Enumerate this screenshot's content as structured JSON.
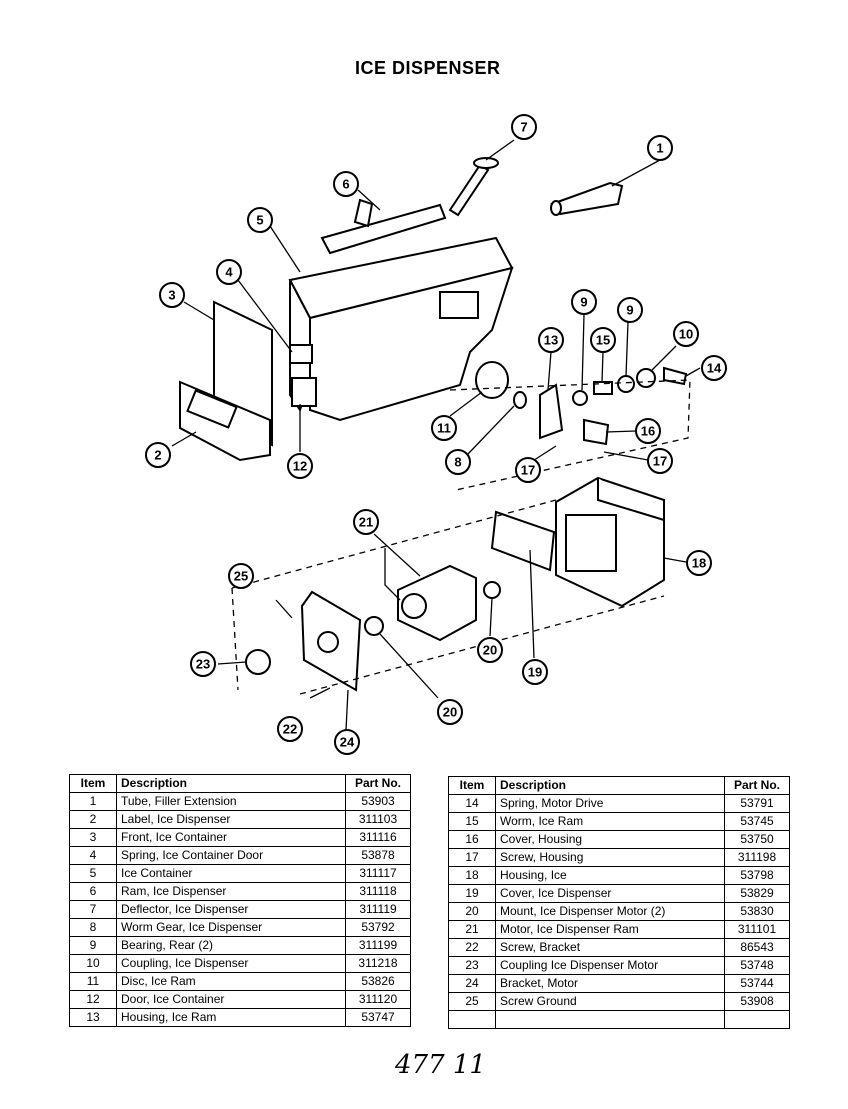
{
  "title": "ICE DISPENSER",
  "callouts": [
    "1",
    "2",
    "3",
    "4",
    "5",
    "6",
    "7",
    "8",
    "9",
    "9",
    "10",
    "11",
    "12",
    "13",
    "14",
    "15",
    "16",
    "17",
    "17",
    "18",
    "19",
    "20",
    "20",
    "21",
    "22",
    "23",
    "24",
    "25"
  ],
  "table_headers": {
    "item": "Item",
    "description": "Description",
    "part_no": "Part No."
  },
  "parts_left": [
    {
      "item": "1",
      "description": "Tube, Filler Extension",
      "part_no": "53903"
    },
    {
      "item": "2",
      "description": "Label, Ice Dispenser",
      "part_no": "311103"
    },
    {
      "item": "3",
      "description": "Front, Ice Container",
      "part_no": "311116"
    },
    {
      "item": "4",
      "description": "Spring, Ice Container Door",
      "part_no": "53878"
    },
    {
      "item": "5",
      "description": "Ice Container",
      "part_no": "311117"
    },
    {
      "item": "6",
      "description": "Ram, Ice Dispenser",
      "part_no": "311118"
    },
    {
      "item": "7",
      "description": "Deflector, Ice Dispenser",
      "part_no": "311119"
    },
    {
      "item": "8",
      "description": "Worm Gear, Ice Dispenser",
      "part_no": "53792"
    },
    {
      "item": "9",
      "description": "Bearing, Rear (2)",
      "part_no": "311199"
    },
    {
      "item": "10",
      "description": "Coupling, Ice Dispenser",
      "part_no": "311218"
    },
    {
      "item": "11",
      "description": "Disc, Ice Ram",
      "part_no": "53826"
    },
    {
      "item": "12",
      "description": "Door, Ice Container",
      "part_no": "311120"
    },
    {
      "item": "13",
      "description": "Housing, Ice Ram",
      "part_no": "53747"
    }
  ],
  "parts_right": [
    {
      "item": "14",
      "description": "Spring, Motor Drive",
      "part_no": "53791"
    },
    {
      "item": "15",
      "description": "Worm, Ice Ram",
      "part_no": "53745"
    },
    {
      "item": "16",
      "description": "Cover, Housing",
      "part_no": "53750"
    },
    {
      "item": "17",
      "description": "Screw, Housing",
      "part_no": "311198"
    },
    {
      "item": "18",
      "description": "Housing, Ice",
      "part_no": "53798"
    },
    {
      "item": "19",
      "description": "Cover, Ice Dispenser",
      "part_no": "53829"
    },
    {
      "item": "20",
      "description": "Mount, Ice Dispenser Motor (2)",
      "part_no": "53830"
    },
    {
      "item": "21",
      "description": "Motor, Ice Dispenser Ram",
      "part_no": "311101"
    },
    {
      "item": "22",
      "description": "Screw, Bracket",
      "part_no": "86543"
    },
    {
      "item": "23",
      "description": "Coupling Ice Dispenser Motor",
      "part_no": "53748"
    },
    {
      "item": "24",
      "description": "Bracket, Motor",
      "part_no": "53744"
    },
    {
      "item": "25",
      "description": "Screw Ground",
      "part_no": "53908"
    },
    {
      "item": "",
      "description": "",
      "part_no": ""
    }
  ],
  "handwritten_note": "477 11"
}
